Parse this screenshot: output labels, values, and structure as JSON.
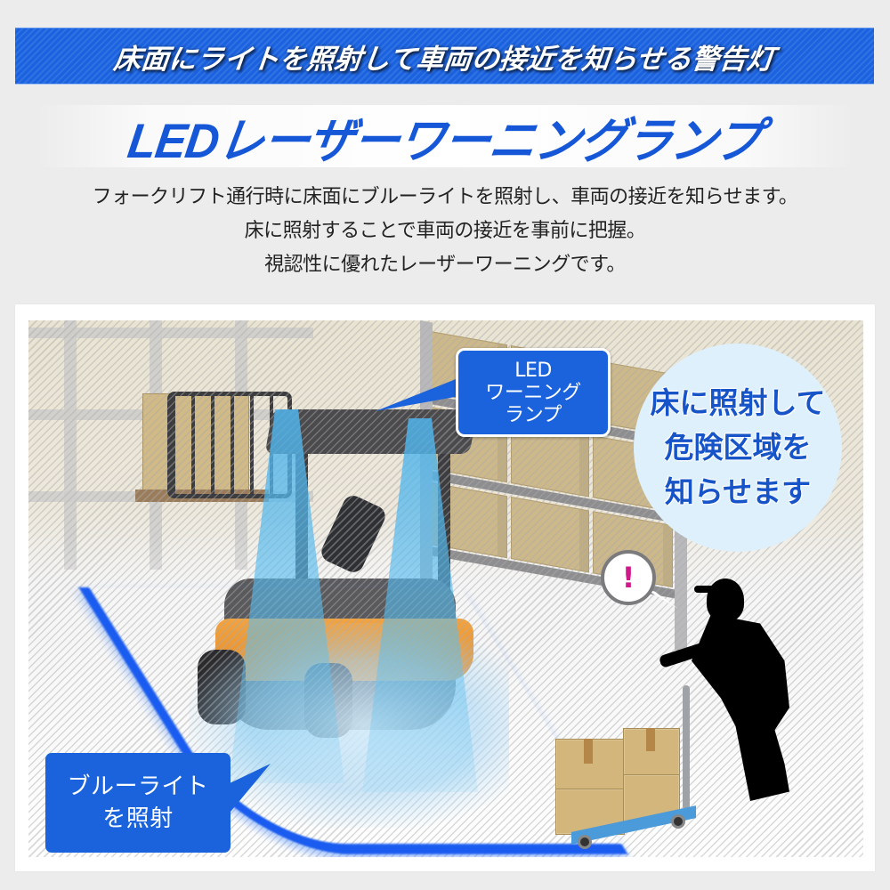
{
  "banner": {
    "text": "床面にライトを照射して車両の接近を知らせる警告灯",
    "background_color": "#1a62e0"
  },
  "product": {
    "title": "LEDレーザーワーニングランプ",
    "title_color": "#1557d6"
  },
  "description": {
    "lines": [
      "フォークリフト通行時に床面にブルーライトを照射し、車両の接近を知らせます。",
      "床に照射することで車両の接近を事前に把握。",
      "視認性に優れたレーザーワーニングです。"
    ]
  },
  "illustration": {
    "callout_led": {
      "lines": [
        "LED",
        "ワーニング",
        "ランプ"
      ],
      "background_color": "#1b63dc"
    },
    "circle_callout": {
      "lines": [
        "床に照射して",
        "危険区域を",
        "知らせます"
      ],
      "text_color": "#1754c8",
      "background_color": "#ddf0fb"
    },
    "alert_bubble": {
      "symbol": "!",
      "color": "#d0188a"
    },
    "callout_blue_light": {
      "lines": [
        "ブルーライト",
        "を照射"
      ],
      "background_color": "#1b63dc"
    },
    "floor_line_color": "#1a5cf0",
    "beam_color": "#50b4eb"
  }
}
